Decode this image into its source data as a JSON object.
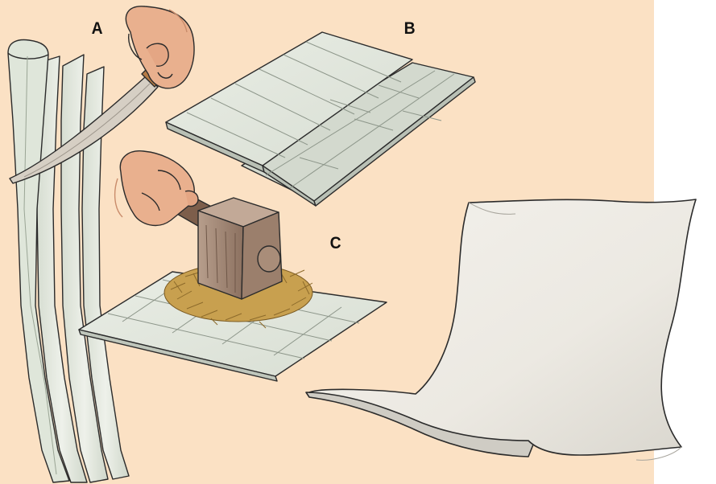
{
  "labels": {
    "a": "A",
    "b": "B",
    "c": "C"
  },
  "colors": {
    "background": "#fbe1c4",
    "margin": "#ffffff",
    "papyrus": "#e3e8df",
    "papyrus_shadow": "#c9d0c5",
    "outline": "#2b2b2b",
    "skin": "#e9b08e",
    "mallet_head": "#a88b78",
    "mallet_handle": "#7d5e4b",
    "knife_handle": "#b67b45",
    "blade": "#cfc8bd",
    "straw": "#c8a04f"
  },
  "steps": [
    {
      "label_ref": "a",
      "icon": "knife-slicing-papyrus-stalk-icon"
    },
    {
      "label_ref": "b",
      "icon": "layered-strips-sheet-icon"
    },
    {
      "label_ref": "c",
      "icon": "mallet-pounding-sheet-icon"
    },
    {
      "label_ref": null,
      "icon": "finished-papyrus-sheet-icon"
    }
  ]
}
